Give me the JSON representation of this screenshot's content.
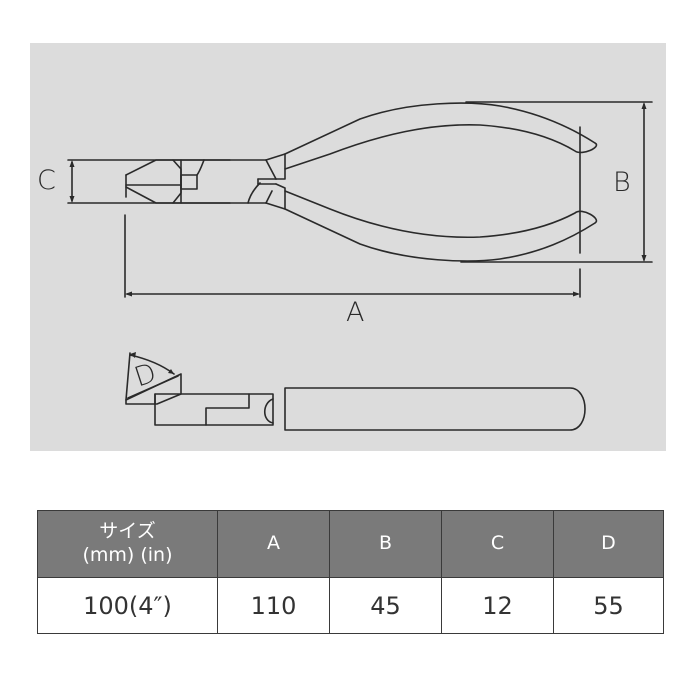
{
  "diagram": {
    "title": "Cutting pliers dimension drawing",
    "labels": {
      "A": "A",
      "B": "B",
      "C": "C",
      "D": "D"
    },
    "colors": {
      "panel_bg": "#dcdcdc",
      "line": "#2a2a2a"
    }
  },
  "table": {
    "header": {
      "size_label_line1": "サイズ",
      "size_label_line2": "(mm) (in)",
      "columns": [
        "A",
        "B",
        "C",
        "D"
      ]
    },
    "rows": [
      {
        "size": "100(4″)",
        "A": "110",
        "B": "45",
        "C": "12",
        "D": "55"
      }
    ],
    "colors": {
      "header_bg": "#7a7a7a",
      "header_text": "#ffffff",
      "border": "#3a3a3a"
    }
  }
}
